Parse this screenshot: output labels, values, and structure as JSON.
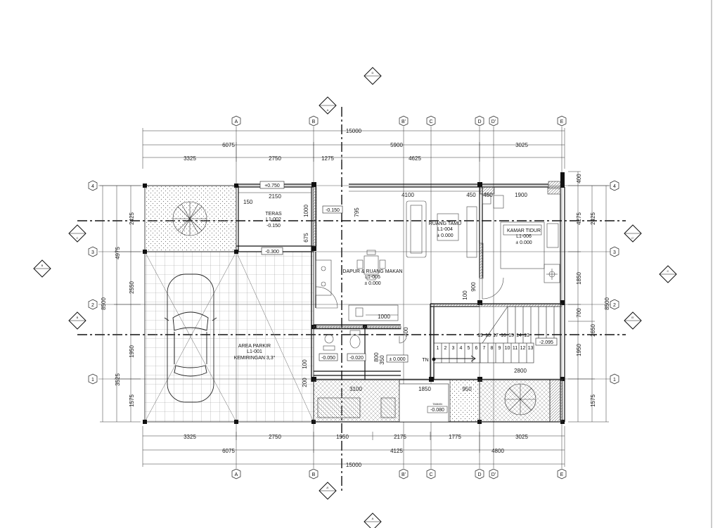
{
  "grid_columns": [
    "A",
    "B",
    "B'",
    "C",
    "D",
    "D'",
    "E"
  ],
  "grid_rows": [
    "4",
    "3",
    "2",
    "1"
  ],
  "top_dims": {
    "overall": "15000",
    "row2": [
      "6075",
      "5900",
      "3025"
    ],
    "row3": [
      "3325",
      "2750",
      "1275",
      "4625"
    ]
  },
  "bottom_dims": {
    "overall": "15000",
    "row2": [
      "6075",
      "4125",
      "4800"
    ],
    "row1": [
      "3325",
      "2750",
      "1950",
      "2175",
      "1775",
      "3025"
    ]
  },
  "left_dims": {
    "overall": "8500",
    "mid": [
      "4975",
      "3525"
    ],
    "inner": [
      "2425",
      "2550",
      "1950",
      "1575"
    ]
  },
  "right_dims": {
    "overall": "8500",
    "mid": [
      "2425",
      "2650",
      "1575"
    ],
    "inner": [
      "400",
      "4275",
      "1850",
      "700",
      "1950"
    ]
  },
  "rooms": [
    {
      "name": "TERAS",
      "code": "L1-002",
      "level": "-0.150"
    },
    {
      "name": "RUANG TAMU",
      "code": "L1-004",
      "level": "± 0.000"
    },
    {
      "name": "KAMAR TIDUR",
      "code": "L1-006",
      "level": "± 0.000"
    },
    {
      "name": "DAPUR & RUANG MAKAN",
      "code": "L1-005",
      "level": "± 0.000"
    },
    {
      "name": "AREA PARKIR",
      "code": "L1-001",
      "level": "KEMIRINGAN 3,3°"
    }
  ],
  "taman": {
    "name": "TAMAN",
    "level": "-0.080"
  },
  "levels": [
    "+0.750",
    "-0.150",
    "-0.300",
    "-0.050",
    "-0.020",
    "± 0.000",
    "-2.095"
  ],
  "interior_dims": [
    "2150",
    "150",
    "1000",
    "675",
    "795",
    "4100",
    "450",
    "450",
    "1900",
    "1000",
    "100",
    "900",
    "400",
    "800",
    "350",
    "100",
    "200",
    "3100",
    "1850",
    "950",
    "2800"
  ],
  "stairs": {
    "lower": [
      "1",
      "2",
      "3",
      "4",
      "5",
      "6",
      "7",
      "8",
      "9",
      "10",
      "11",
      "12",
      "13"
    ],
    "upper": [
      "19",
      "18",
      "17",
      "16",
      "15",
      "14",
      "13"
    ],
    "tn": "TN"
  },
  "section_markers": [
    "A",
    "A'",
    "B",
    "B'",
    "C",
    "C'",
    "D"
  ]
}
